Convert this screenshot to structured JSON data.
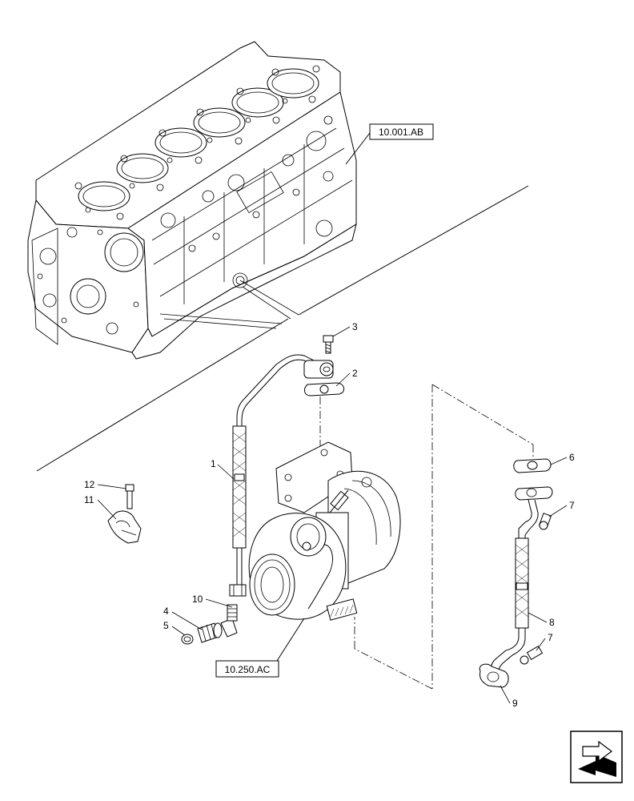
{
  "references": {
    "engine_block": "10.001.AB",
    "turbocharger": "10.250.AC"
  },
  "callouts": {
    "c1": "1",
    "c2": "2",
    "c3": "3",
    "c4": "4",
    "c5": "5",
    "c6": "6",
    "c7a": "7",
    "c7b": "7",
    "c8": "8",
    "c9": "9",
    "c10": "10",
    "c11": "11",
    "c12": "12"
  },
  "icons": {
    "navigation": "arrow-back-icon"
  }
}
